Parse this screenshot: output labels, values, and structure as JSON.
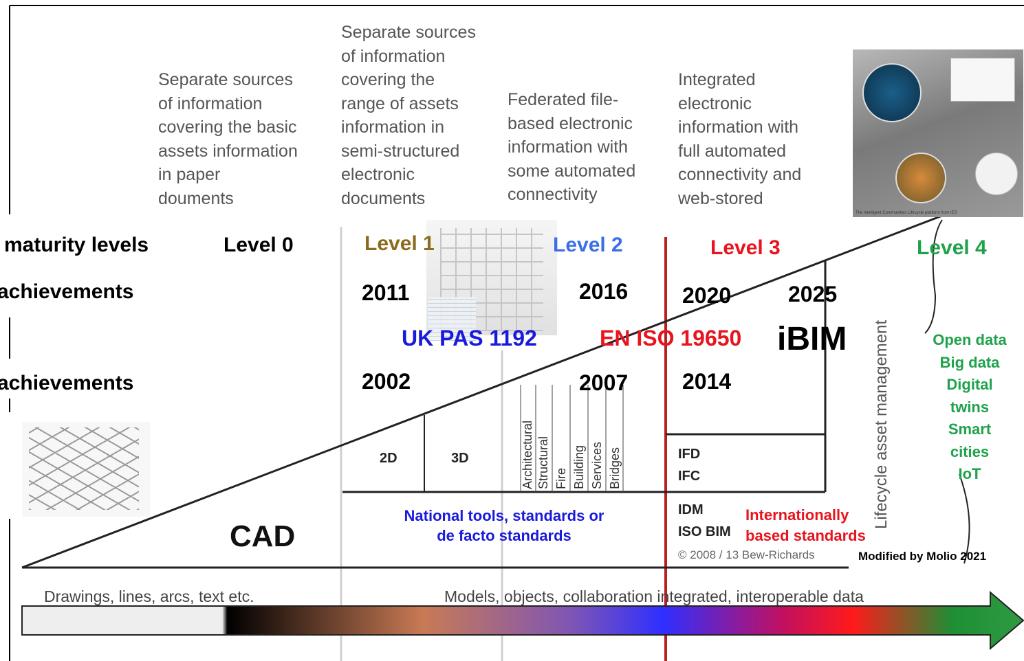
{
  "descriptions": {
    "level0": "Separate sources\nof information\ncovering the basic\nassets information\nin paper\ndouments",
    "level1": "Separate sources\nof information\ncovering the\nrange of assets\ninformation in\nsemi-structured\nelectronic\ndocuments",
    "level2": "Federated file-\nbased electronic\ninformation with\nsome automated\nconnectivity",
    "level3": "Integrated\nelectronic\ninformation with\nfull automated\nconnectivity and\nweb-stored"
  },
  "rows": {
    "maturity": "maturity levels",
    "achievements_top": "achievements",
    "achievements_bottom": "achievements"
  },
  "levels": {
    "l0": "Level 0",
    "l1": "Level 1",
    "l2": "Level 2",
    "l3": "Level 3",
    "l4": "Level 4"
  },
  "years_top": {
    "y2011": "2011",
    "y2016": "2016",
    "y2020": "2020",
    "y2025": "2025"
  },
  "years_bottom": {
    "y2002": "2002",
    "y2007": "2007",
    "y2014": "2014"
  },
  "standards": {
    "pas": "UK PAS 1192",
    "iso": "EN ISO 19650",
    "ibim": "iBIM"
  },
  "level4_items": [
    "Open data",
    "Big data",
    "Digital",
    "twins",
    "Smart",
    "cities",
    "IoT"
  ],
  "cells": {
    "c2d": "2D",
    "c3d": "3D",
    "ifd": "IFD",
    "ifc": "IFC",
    "idm": "IDM",
    "isobim": "ISO BIM"
  },
  "vertical_labels": [
    "Architectural",
    "Structural",
    "Fire",
    "Building",
    "Services",
    "Bridges"
  ],
  "lifecycle": "Lifecycle asset management",
  "cad": "CAD",
  "national": "National tools, standards or\nde facto standards",
  "international": "Internationally\nbased standards",
  "copyright": "© 2008 / 13 Bew-Richards",
  "modified": "Modified  by Molio 2021",
  "bottom_left": "Drawings, lines, arcs, text etc.",
  "bottom_right": "Models, objects, collaboration integrated, interoperable data",
  "ies_caption": "The Intelligent Communities Lifecycle platform from IES",
  "colors": {
    "level1": "#8b6b1e",
    "level2": "#3b6ee8",
    "level3": "#e8141e",
    "level4": "#1ea24b",
    "pas": "#1a1adb",
    "national": "#1a1adb",
    "international": "#e8141e",
    "red_line": "#b81f1f",
    "arrow_green": "#2e9b42"
  }
}
